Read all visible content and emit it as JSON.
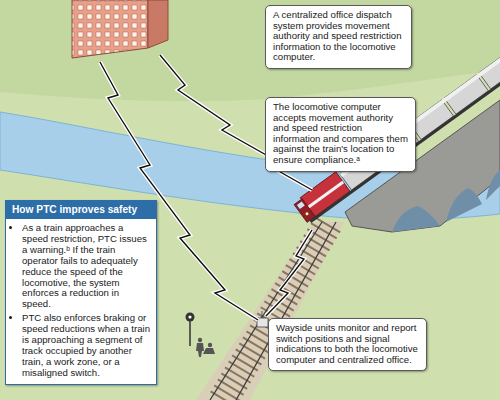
{
  "diagram": {
    "nodes": [
      {
        "text": [
          "A centralized office dispatch system provides movement authority and speed restriction information to the locomotive computer."
        ]
      },
      {
        "text": [
          "The locomotive computer accepts movement authority and speed restriction information and compares them against the train's location to ensure compliance.ᵃ"
        ]
      },
      {
        "text": [
          "How PTC improves safety",
          "As a train approaches a speed restriction, PTC issues a warning.ᵇ If the train operator fails to adequately reduce the speed of the locomotive, the system enforces a reduction in speed.",
          "PTC also enforces braking or speed reductions when a train is approaching a segment of track occupied by another train, a work zone, or a misaligned switch."
        ]
      },
      {
        "text": [
          "Wayside units monitor and report switch positions and signal indications to both the locomotive computer and centralized office."
        ]
      }
    ]
  }
}
